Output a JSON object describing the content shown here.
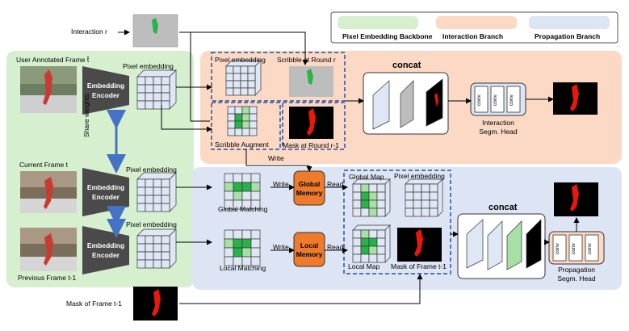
{
  "legend": {
    "backbone": {
      "label": "Pixel Embedding Backbone",
      "color": "#d6f0cf"
    },
    "interaction": {
      "label": "Interaction Branch",
      "color": "#fbd9c4"
    },
    "propagation": {
      "label": "Propagation Branch",
      "color": "#dde4f3"
    }
  },
  "inputs": {
    "interaction": "Interaction r",
    "user_frame": "User Annotated Frame t̂",
    "current_frame": "Current Frame t",
    "previous_frame": "Previous Frame t-1",
    "mask_frame": "Mask of Frame t-1"
  },
  "encoders": {
    "label_line1": "Embedding",
    "label_line2": "Encoder"
  },
  "labels": {
    "pixel_embedding": "Pixel embedding",
    "share_weights": "Share weights",
    "scribble_at_round": "Scribble at Round r",
    "scribble_augment": "Scribble Augment",
    "mask_at_round": "Mask at Round r-1",
    "write": "Write",
    "read": "Read",
    "global_matching": "Global Matching",
    "local_matching": "Local Matching",
    "global_memory_1": "Global",
    "global_memory_2": "Memory",
    "local_memory_1": "Local",
    "local_memory_2": "Memory",
    "global_map": "Global Map",
    "local_map": "Local Map",
    "mask_of_frame": "Mask of Frame t-1",
    "concat": "concat",
    "conv": "conv",
    "interaction_head_1": "Interaction",
    "interaction_head_2": "Segm. Head",
    "propagation_head_1": "Propagation",
    "propagation_head_2": "Segm. Head"
  },
  "colors": {
    "backbone_bg": "#d6f0cf",
    "interaction_bg": "#fbd9c4",
    "propagation_bg": "#dde4f3",
    "encoder": "#4a4a4a",
    "memory": "#ee7a2c",
    "grid_fill": "#dfe6f4",
    "grid_green": "#27b24a",
    "grid_light_green": "#a7e0a6",
    "arrow_blue": "#4472c4",
    "mask_red": "#e8180c"
  }
}
